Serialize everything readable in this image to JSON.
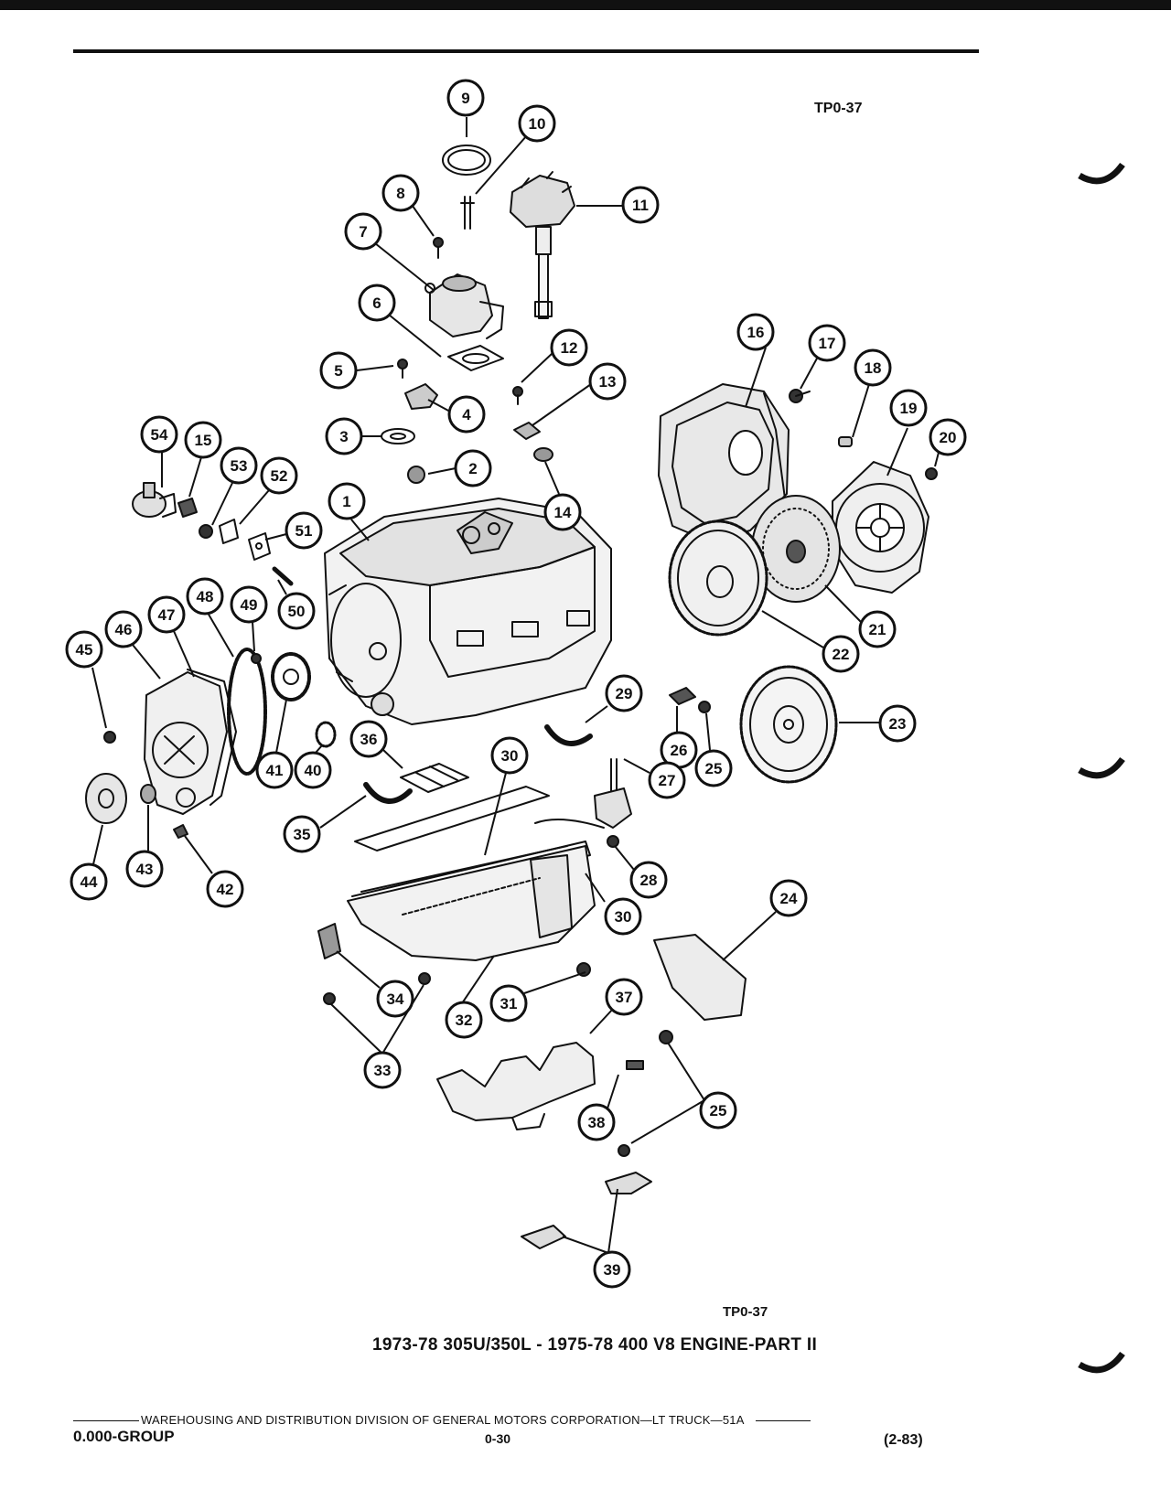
{
  "header": {
    "figure_code_top": "TP0-37",
    "figure_code_bottom": "TP0-37"
  },
  "caption": "1973-78 305U/350L - 1975-78 400 V8 ENGINE-PART II",
  "footer": {
    "publisher_line": "WAREHOUSING AND DISTRIBUTION  DIVISION OF GENERAL MOTORS CORPORATION—LT TRUCK—51A",
    "group": "0.000-GROUP",
    "page": "0-30",
    "date": "(2-83)"
  },
  "callouts": [
    "9",
    "10",
    "11",
    "8",
    "7",
    "6",
    "5",
    "4",
    "3",
    "2",
    "12",
    "13",
    "14",
    "1",
    "54",
    "15",
    "53",
    "52",
    "51",
    "50",
    "16",
    "17",
    "18",
    "19",
    "20",
    "21",
    "22",
    "23",
    "45",
    "46",
    "47",
    "48",
    "49",
    "41",
    "40",
    "36",
    "30",
    "29",
    "26",
    "25",
    "27",
    "35",
    "28",
    "44",
    "43",
    "42",
    "30",
    "24",
    "34",
    "31",
    "32",
    "33",
    "37",
    "38",
    "25",
    "39"
  ]
}
